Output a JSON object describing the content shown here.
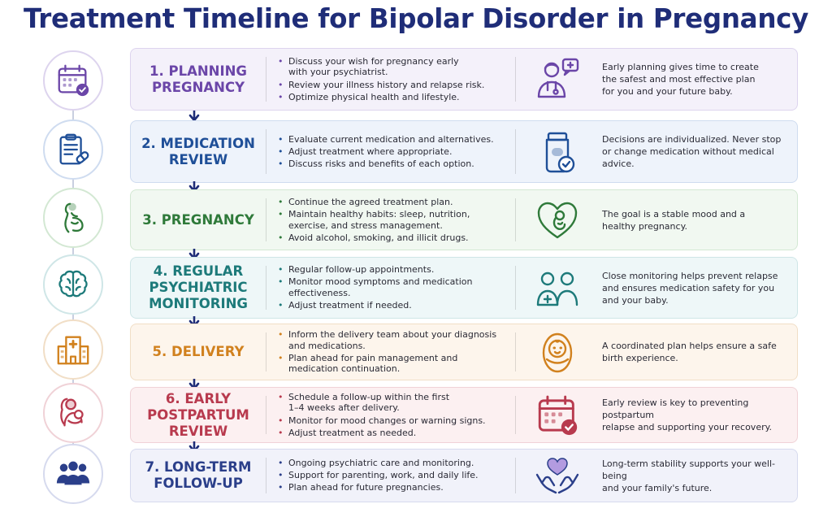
{
  "title": "Treatment Timeline for Bipolar Disorder in Pregnancy",
  "steps": [
    {
      "title": "1. PLANNING\nPREGNANCY",
      "color": "#6b46a8",
      "bg": "#f4f1fa",
      "border": "#ddd4ee",
      "actions": [
        "Discuss your wish for pregnancy early\nwith your psychiatrist.",
        "Review your illness history and relapse risk.",
        "Optimize physical health and lifestyle."
      ],
      "icon": "doctor-speech-icon",
      "note": "Early planning gives time to create\nthe safest and most effective plan\nfor you and your future baby.",
      "side_icon": "calendar-check-icon"
    },
    {
      "title": "2. MEDICATION\nREVIEW",
      "color": "#1f4f98",
      "bg": "#eef3fb",
      "border": "#cfdcf0",
      "actions": [
        "Evaluate current medication and alternatives.",
        "Adjust treatment where appropriate.",
        "Discuss risks and benefits of each option."
      ],
      "icon": "pill-bottle-check-icon",
      "note": "Decisions are individualized. Never stop\nor change medication without medical\nadvice.",
      "side_icon": "clipboard-pill-icon"
    },
    {
      "title": "3. PREGNANCY",
      "color": "#2f7a3a",
      "bg": "#f1f8f1",
      "border": "#d3e8d3",
      "actions": [
        "Continue the agreed treatment plan.",
        "Maintain healthy habits: sleep, nutrition,\nexercise, and stress management.",
        "Avoid alcohol, smoking, and illicit drugs."
      ],
      "icon": "heart-fetus-icon",
      "note": "The goal is a stable mood and a\nhealthy pregnancy.",
      "side_icon": "pregnant-woman-icon"
    },
    {
      "title": "4. REGULAR\nPSYCHIATRIC\nMONITORING",
      "color": "#1d7a7a",
      "bg": "#eef7f8",
      "border": "#cfe6e7",
      "actions": [
        "Regular follow-up appointments.",
        "Monitor mood symptoms and medication\neffectiveness.",
        "Adjust treatment if needed."
      ],
      "icon": "patient-caregiver-icon",
      "note": "Close monitoring helps prevent relapse\nand ensures medication safety for you\nand your baby.",
      "side_icon": "brain-icon"
    },
    {
      "title": "5. DELIVERY",
      "color": "#d1811e",
      "bg": "#fdf5ec",
      "border": "#f1dec6",
      "actions": [
        "Inform the delivery team about your diagnosis\nand medications.",
        "Plan ahead for pain management and\nmedication continuation."
      ],
      "icon": "newborn-baby-icon",
      "note": "A coordinated plan helps ensure a safe\nbirth experience.",
      "side_icon": "hospital-icon"
    },
    {
      "title": "6. EARLY\nPOSTPARTUM\nREVIEW",
      "color": "#b83a4e",
      "bg": "#fcf0f1",
      "border": "#f0d2d7",
      "actions": [
        "Schedule a follow-up within the first\n1–4 weeks after delivery.",
        "Monitor for mood changes or warning signs.",
        "Adjust treatment as needed."
      ],
      "icon": "calendar-check-icon",
      "note": "Early review is key to preventing postpartum\nrelapse and supporting your recovery.",
      "side_icon": "mother-baby-icon"
    },
    {
      "title": "7. LONG-TERM\nFOLLOW-UP",
      "color": "#2b3f8a",
      "bg": "#f1f2fa",
      "border": "#d6daee",
      "actions": [
        "Ongoing psychiatric care and monitoring.",
        "Support for parenting, work, and daily life.",
        "Plan ahead for future pregnancies."
      ],
      "icon": "hands-heart-icon",
      "note": "Long-term stability supports your well-being\nand your family's future.",
      "side_icon": "family-group-icon"
    }
  ]
}
